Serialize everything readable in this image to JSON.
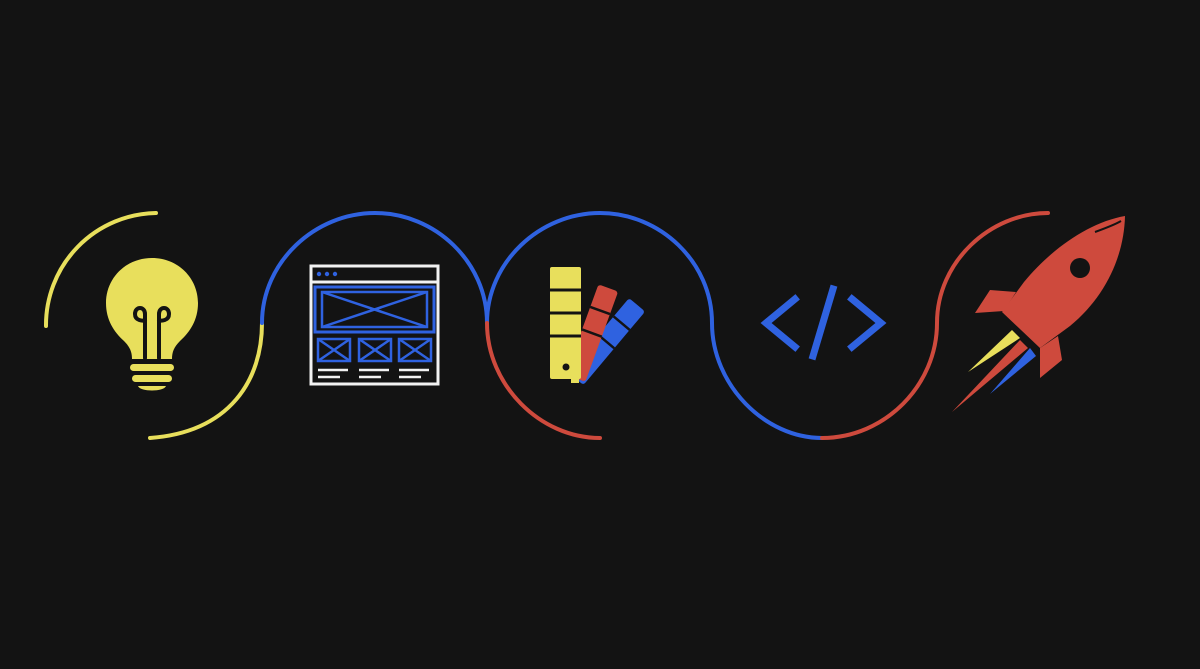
{
  "background_color": "#131313",
  "colors": {
    "yellow": "#E8DF5C",
    "blue": "#2F62E0",
    "red": "#CE4A3D",
    "white": "#F2F2F2"
  },
  "stages": [
    {
      "id": "idea",
      "icon": "lightbulb-icon",
      "color": "yellow"
    },
    {
      "id": "wireframe",
      "icon": "wireframe-icon",
      "color": "blue"
    },
    {
      "id": "design",
      "icon": "color-swatch-icon",
      "color": "yellow-red-blue"
    },
    {
      "id": "code",
      "icon": "code-icon",
      "color": "blue"
    },
    {
      "id": "launch",
      "icon": "rocket-icon",
      "color": "red"
    }
  ],
  "code_symbol": "</>"
}
